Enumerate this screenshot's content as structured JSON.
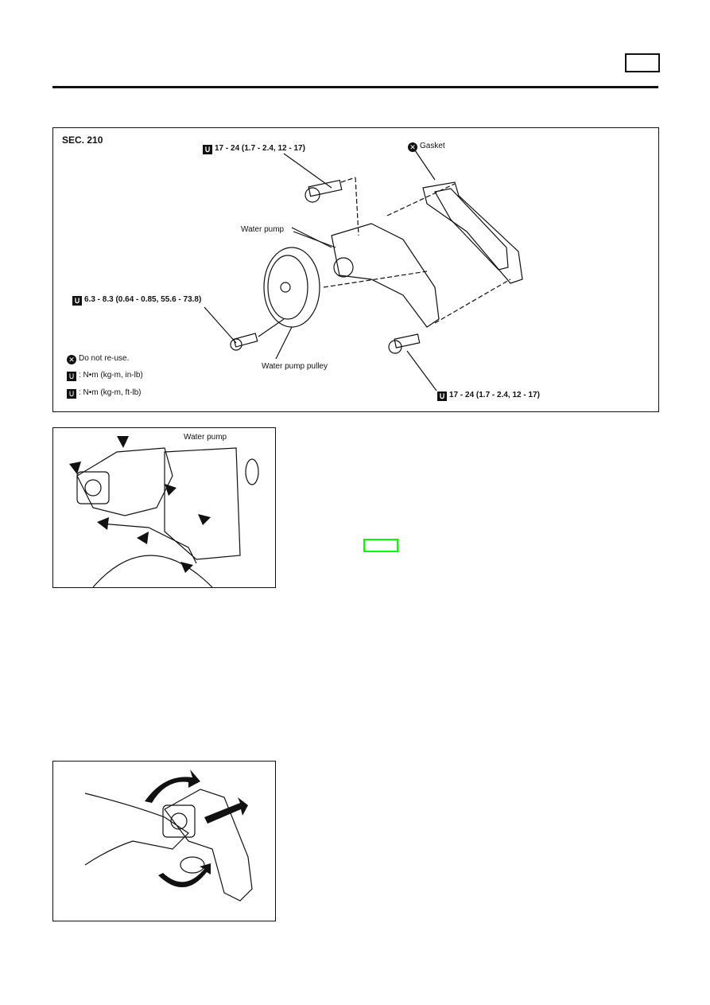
{
  "figure1": {
    "section": "SEC. 210",
    "torque_top": "17 - 24 (1.7 - 2.4, 12 - 17)",
    "gasket": "Gasket",
    "water_pump": "Water pump",
    "torque_pulley": "6.3 - 8.3 (0.64 - 0.85, 55.6 - 73.8)",
    "pulley": "Water pump pulley",
    "torque_bottom": "17 - 24 (1.7 - 2.4, 12 - 17)",
    "legend": [
      {
        "icon": "do-not-reuse-icon",
        "text": "Do not re-use."
      },
      {
        "icon": "torque-in-lb-icon",
        "text": ": N•m (kg-m, in-lb)"
      },
      {
        "icon": "torque-ft-lb-icon",
        "text": ": N•m (kg-m, ft-lb)"
      }
    ]
  },
  "figure2": {
    "label": "Water pump"
  },
  "colors": {
    "link_box": "#00ff00",
    "ink": "#111111"
  }
}
